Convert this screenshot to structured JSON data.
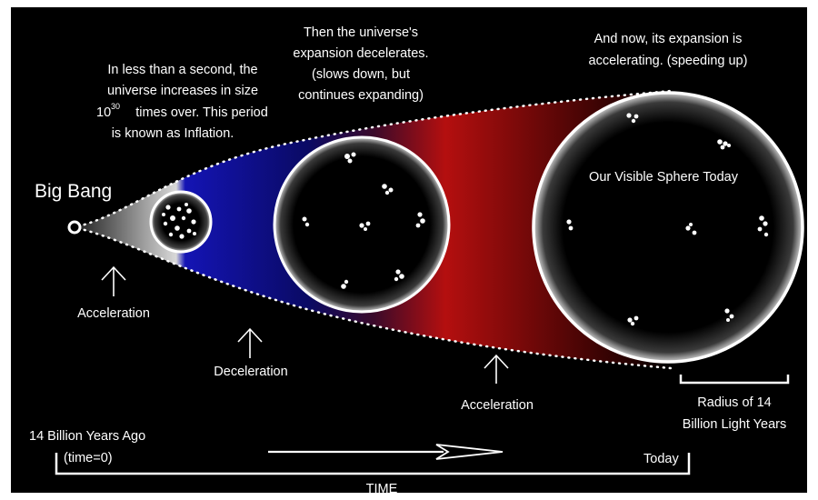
{
  "diagram": {
    "title": "Big Bang",
    "annotations": {
      "inflation": [
        "In less than a second, the",
        "universe  increases in size",
        "times over. This period",
        "is known as Inflation."
      ],
      "inflation_power": {
        "base": "10",
        "exponent": "30"
      },
      "decelerates": [
        "Then the universe's",
        "expansion decelerates.",
        "(slows down, but",
        "continues expanding)"
      ],
      "accelerating": [
        "And now, its expansion is",
        "accelerating. (speeding up)"
      ]
    },
    "phases": [
      {
        "label": "Acceleration"
      },
      {
        "label": "Deceleration"
      },
      {
        "label": "Acceleration"
      }
    ],
    "sphere_label": "Our Visible Sphere Today",
    "radius_label": [
      "Radius of 14",
      "Billion Light Years"
    ],
    "timeline": {
      "start": [
        "14 Billion Years Ago",
        "(time=0)"
      ],
      "end": "Today",
      "axis_label": "TIME"
    },
    "colors": {
      "background": "#000000",
      "inflation_gray": "#d9d9d9",
      "deceleration_blue": "#1414b4",
      "acceleration_red": "#b40f0f",
      "text": "#ffffff"
    }
  }
}
